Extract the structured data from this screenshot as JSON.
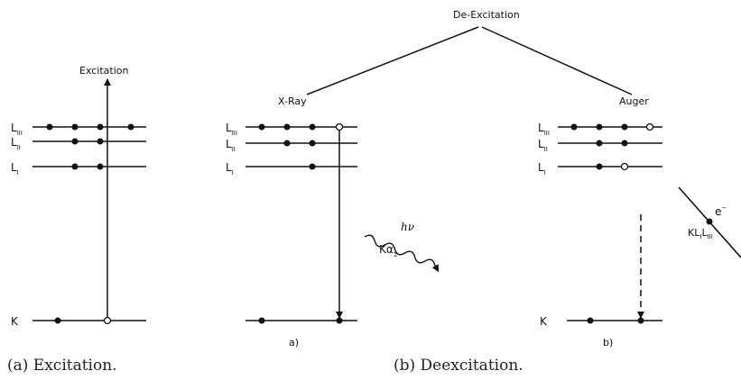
{
  "excitation": {
    "title": "Excitation",
    "levels": {
      "l3": {
        "base": "L",
        "sub": "III"
      },
      "l2": {
        "base": "L",
        "sub": "II"
      },
      "l1": {
        "base": "L",
        "sub": "I"
      },
      "k": {
        "base": "K"
      }
    }
  },
  "deexcitation": {
    "title": "De-Excitation",
    "xray": {
      "title": "X-Ray",
      "photon_energy": "hν",
      "line_base": "Kα",
      "line_sub": "1",
      "panel_label": "a)"
    },
    "auger": {
      "title": "Auger",
      "electron_base": "e",
      "electron_charge": "−",
      "transition_base": "K",
      "transition_l": "L",
      "transition_sub1": "I",
      "transition_sub2": "III",
      "panel_label": "b)"
    }
  },
  "captions": {
    "a": "(a) Excitation.",
    "b": "(b) Deexcitation."
  }
}
